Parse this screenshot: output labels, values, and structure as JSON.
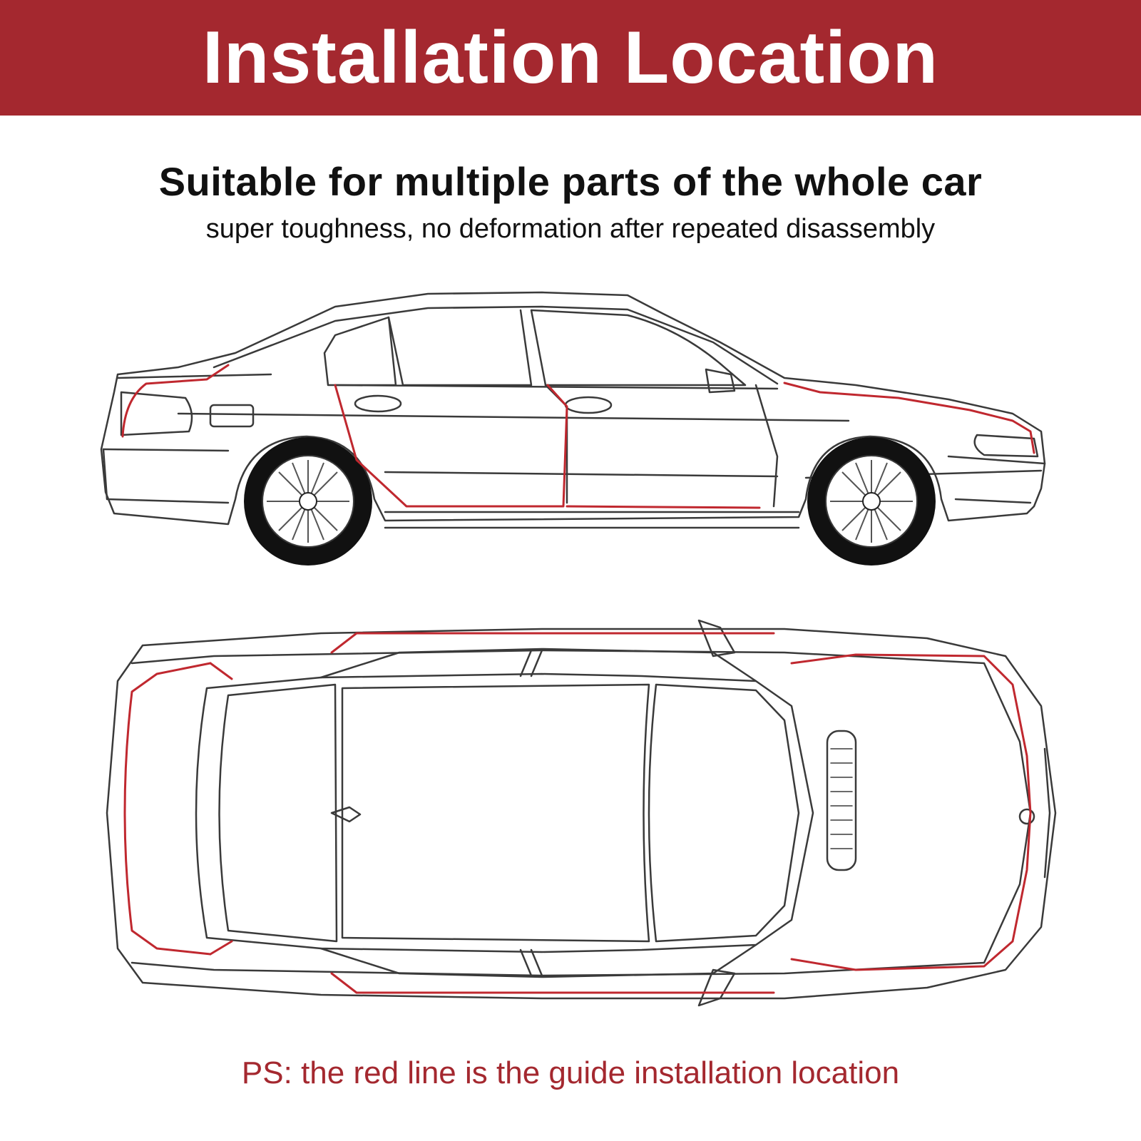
{
  "banner": {
    "title": "Installation Location",
    "background": "#a4282f"
  },
  "headline": "Suitable for multiple parts of the whole car",
  "subline": "super toughness, no deformation after repeated disassembly",
  "footnote": {
    "text": "PS: the red line is the guide installation location",
    "color": "#a4282f"
  },
  "colors": {
    "outline": "#3a3a3a",
    "guide_line": "#c0282f",
    "tire": "#111111"
  },
  "views": [
    {
      "name": "side view",
      "icon": "car-side-icon"
    },
    {
      "name": "top view",
      "icon": "car-top-icon"
    }
  ]
}
